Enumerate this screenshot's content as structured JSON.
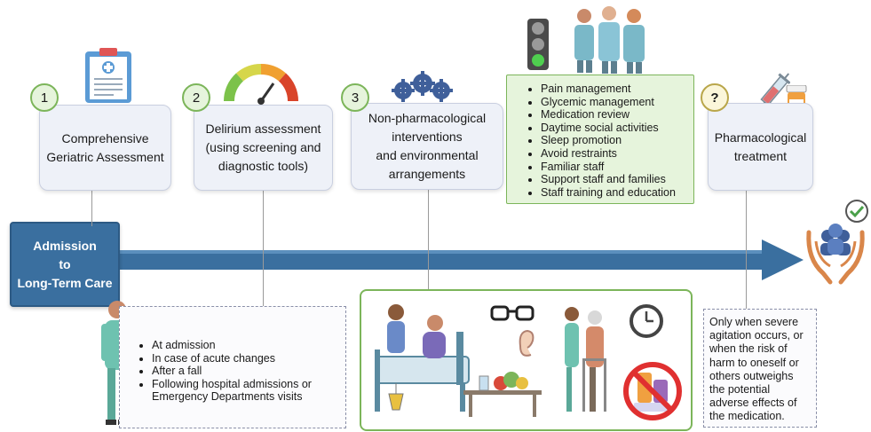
{
  "steps": [
    {
      "number": "1",
      "label_lines": [
        "Comprehensive",
        "Geriatric Assessment"
      ]
    },
    {
      "number": "2",
      "label_lines": [
        "Delirium assessment",
        "(using screening and",
        "diagnostic tools)"
      ]
    },
    {
      "number": "3",
      "label_lines": [
        "Non-pharmacological",
        "interventions",
        "and environmental",
        "arrangements"
      ]
    },
    {
      "number": "?",
      "label_lines": [
        "Pharmacological",
        "treatment"
      ]
    }
  ],
  "interventions": [
    "Pain management",
    "Glycemic management",
    "Medication review",
    "Daytime social activities",
    "Sleep promotion",
    "Avoid restraints",
    "Familiar staff",
    "Support staff and families",
    "Staff training and education"
  ],
  "admission": {
    "lines": [
      "Admission",
      "to",
      "Long-Term Care"
    ]
  },
  "assessment_timing": [
    "At admission",
    "In case of acute changes",
    "After a fall",
    "Following hospital admissions or Emergency Departments visits"
  ],
  "pharm_note": "Only when severe agitation occurs, or when the risk of harm to oneself or others outweighs the potential adverse effects of the medication.",
  "colors": {
    "timeline_blue": "#3a6f9f",
    "step_box": "#eef1f8",
    "green_fill": "#e6f4dc",
    "green_border": "#7cb55a"
  },
  "icons": [
    "clipboard-icon",
    "gauge-icon",
    "gears-icon",
    "traffic-light-icon",
    "staff-icon",
    "syringe-icon",
    "pill-bottle-icon",
    "caregiver-hands-icon",
    "checkmark-icon",
    "nurse-icon",
    "bed-patient-icon",
    "glasses-icon",
    "ear-icon",
    "food-table-icon",
    "walker-icon",
    "clock-icon",
    "no-medication-icon"
  ]
}
